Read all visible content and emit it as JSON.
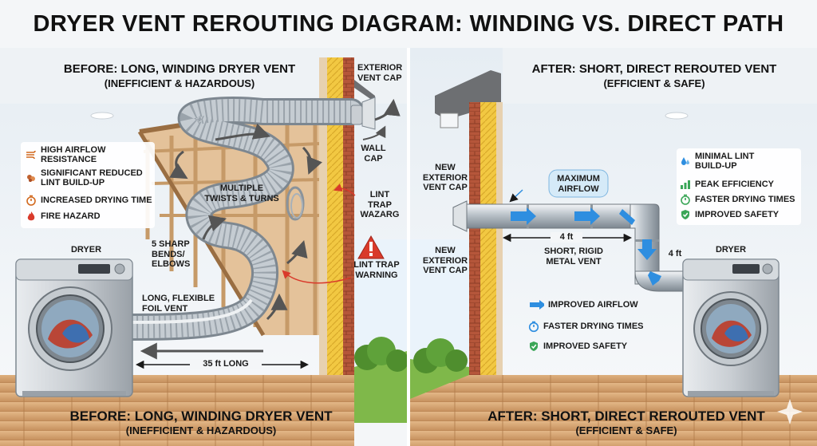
{
  "title": "DRYER VENT REROUTING DIAGRAM: WINDING VS. DIRECT PATH",
  "before": {
    "heading": "BEFORE: LONG, WINDING DRYER VENT",
    "subheading": "(INEFFICIENT & HAZARDOUS)",
    "issues": [
      {
        "icon": "airflow-icon",
        "line1": "HIGH AIRFLOW",
        "line2": "RESISTANCE"
      },
      {
        "icon": "lint-icon",
        "line1": "SIGNIFICANT REDUCED",
        "line2": "LINT BUILD-UP"
      },
      {
        "icon": "timer-icon",
        "line1": "INCREASED DRYING TIME",
        "line2": ""
      },
      {
        "icon": "fire-icon",
        "line1": "FIRE HAZARD",
        "line2": ""
      }
    ],
    "dryer_label": "DRYER",
    "bends_label": [
      "5 SHARP",
      "BENDS/",
      "ELBOWS"
    ],
    "twists_label": [
      "MULTIPLE",
      "TWISTS & TURNS"
    ],
    "foil_label": [
      "LONG, FLEXIBLE",
      "FOIL VENT"
    ],
    "length_label": "35 ft LONG",
    "exterior_cap_label": [
      "EXTERIOR",
      "VENT CAP"
    ],
    "wall_cap_label": [
      "WALL",
      "CAP"
    ],
    "lint_trap_label": [
      "LINT",
      "TRAP",
      "WAZARG"
    ],
    "warning_label": [
      "LINT TRAP",
      "WARNING"
    ],
    "bottom_heading": "BEFORE: LONG, WINDING DRYER VENT",
    "bottom_subheading": "(INEFFICIENT & HAZARDOUS)"
  },
  "after": {
    "heading": "AFTER: SHORT, DIRECT REROUTED VENT",
    "subheading": "(EFFICIENT & SAFE)",
    "benefits": [
      {
        "icon": "drop-icon",
        "line1": "MINIMAL LINT",
        "line2": "BUILD-UP"
      },
      {
        "icon": "chart-icon",
        "line1": "PEAK EFFICIENCY",
        "line2": ""
      },
      {
        "icon": "timer-icon",
        "line1": "FASTER DRYING TIMES",
        "line2": ""
      },
      {
        "icon": "check-shield-icon",
        "line1": "IMPROVED SAFETY",
        "line2": ""
      }
    ],
    "new_cap_top_label": [
      "NEW",
      "EXTERIOR",
      "VENT CAP"
    ],
    "new_cap_bottom_label": [
      "NEW",
      "EXTERIOR",
      "VENT CAP"
    ],
    "max_airflow_label": [
      "MAXIMUM",
      "AIRFLOW"
    ],
    "horizontal_length": "4 ft",
    "vertical_length": "4 ft",
    "rigid_label": [
      "SHORT, RIGID",
      "METAL VENT"
    ],
    "dryer_label": "DRYER",
    "legend": [
      {
        "icon": "arrow-icon",
        "label": "IMPROVED AIRFLOW"
      },
      {
        "icon": "timer-icon",
        "label": "FASTER DRYING TIMES"
      },
      {
        "icon": "check-shield-icon",
        "label": "IMPROVED SAFETY"
      }
    ],
    "bottom_heading": "AFTER: SHORT, DIRECT REROUTED VENT",
    "bottom_subheading": "(EFFICIENT & SAFE)"
  },
  "colors": {
    "accent_blue": "#2e8ee0",
    "warning_red": "#d93a2b",
    "safe_green": "#3aa657",
    "wall_yellow": "#f2c842",
    "brick": "#b5563a",
    "floor": "#d9a978"
  }
}
